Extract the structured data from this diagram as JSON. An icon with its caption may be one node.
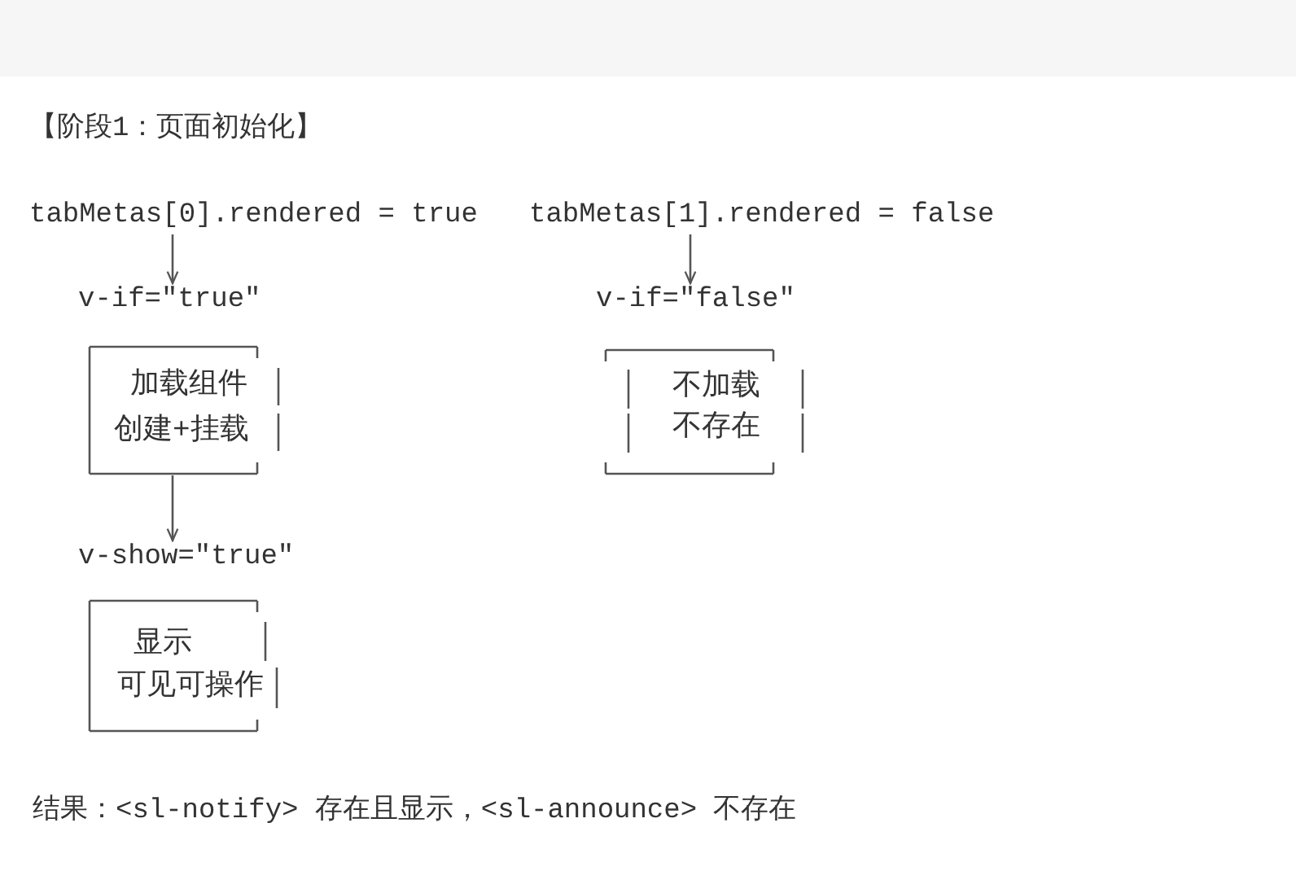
{
  "diagram": {
    "title": "【阶段1：页面初始化】",
    "nodes": [
      {
        "text": [
          "tabMetas[0].rendered = true"
        ]
      },
      {
        "text": [
          "tabMetas[1].rendered = false"
        ]
      },
      {
        "text": [
          "v-if=\"true\""
        ]
      },
      {
        "text": [
          "v-if=\"false\""
        ]
      },
      {
        "text": [
          "加载组件",
          "创建+挂载"
        ]
      },
      {
        "text": [
          "不加载",
          "不存在"
        ]
      },
      {
        "text": [
          "v-show=\"true\""
        ]
      },
      {
        "text": [
          "显示",
          "可见可操作"
        ]
      }
    ],
    "edges": [
      {
        "from": 0,
        "to": 2,
        "arrow": "to"
      },
      {
        "from": 1,
        "to": 3,
        "arrow": "to"
      },
      {
        "from": 4,
        "to": 6,
        "arrow": "to"
      }
    ],
    "caption": "结果：<sl-notify> 存在且显示，<sl-announce> 不存在"
  }
}
